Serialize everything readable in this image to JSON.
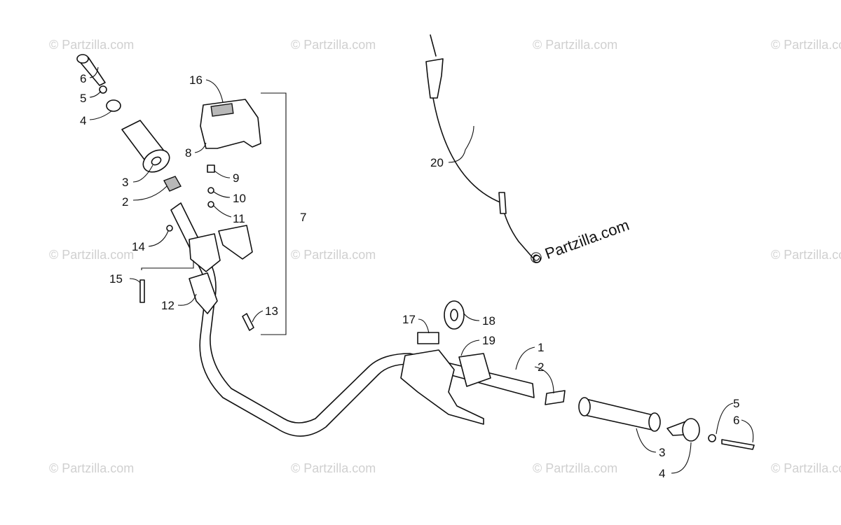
{
  "watermark": {
    "text": "© Partzilla.com",
    "main_text": "© Partzilla.com"
  },
  "callouts": {
    "c1": "1",
    "c2a": "2",
    "c2b": "2",
    "c3a": "3",
    "c3b": "3",
    "c4a": "4",
    "c4b": "4",
    "c5a": "5",
    "c5b": "5",
    "c6a": "6",
    "c6b": "6",
    "c7": "7",
    "c8": "8",
    "c9": "9",
    "c10": "10",
    "c11": "11",
    "c12": "12",
    "c13": "13",
    "c14": "14",
    "c15": "15",
    "c16": "16",
    "c17": "17",
    "c18": "18",
    "c19": "19",
    "c20": "20"
  }
}
